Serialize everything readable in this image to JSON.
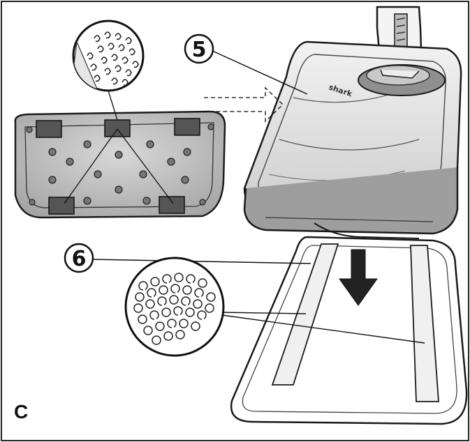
{
  "figure": {
    "step_letter": "C",
    "callouts": [
      {
        "id": "callout-5",
        "label": "5"
      },
      {
        "id": "callout-6",
        "label": "6"
      }
    ],
    "brand_mark": "shark",
    "icons": [
      "velcro-hook-magnifier-icon",
      "velcro-loop-magnifier-icon",
      "down-arrow-icon"
    ],
    "colors": {
      "line": "#1a1a1a",
      "mop_base_fill": "#b8b8b8",
      "mop_base_dark": "#8a8a8a",
      "pad_fill": "#ffffff",
      "arrow_fill": "#222222"
    }
  }
}
